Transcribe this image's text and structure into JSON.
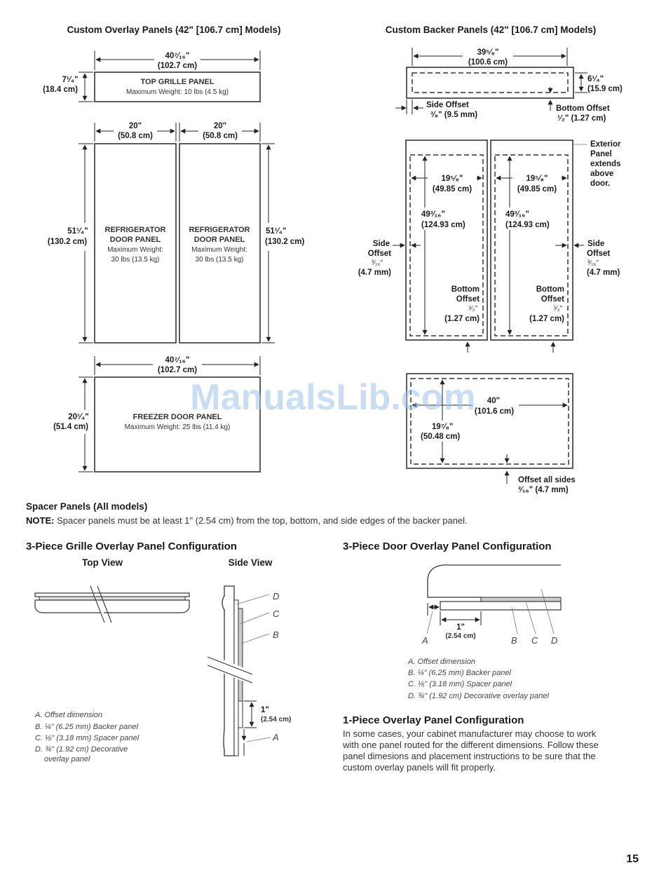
{
  "watermark": "ManualsLib.com",
  "page_number": "15",
  "overlay": {
    "title": "Custom Overlay Panels (42\" [106.7 cm] Models)",
    "top_width_in": "40⁷⁄₁₆\"",
    "top_width_cm": "(102.7 cm)",
    "top_height_in": "7¹⁄₄\"",
    "top_height_cm": "(18.4 cm)",
    "grille_label": "TOP GRILLE PANEL",
    "grille_weight": "Maximum Weight: 10 lbs (4.5 kg)",
    "door_width_in": "20\"",
    "door_width_cm": "(50.8 cm)",
    "door_height_in": "51¹⁄₄\"",
    "door_height_cm": "(130.2 cm)",
    "door_label_1": "REFRIGERATOR",
    "door_label_2": "DOOR PANEL",
    "door_weight_1": "Maximum Weight:",
    "door_weight_2": "30 lbs (13.5 kg)",
    "freezer_width_in": "40⁷⁄₁₆\"",
    "freezer_width_cm": "(102.7 cm)",
    "freezer_height_in": "20¹⁄₄\"",
    "freezer_height_cm": "(51.4 cm)",
    "freezer_label": "FREEZER DOOR PANEL",
    "freezer_weight": "Maximum Weight: 25 lbs (11.4 kg)"
  },
  "backer": {
    "title": "Custom Backer Panels (42\" [106.7 cm] Models)",
    "top_width_in": "39⁵⁄₈\"",
    "top_width_cm": "(100.6 cm)",
    "top_height_in": "6¹⁄₄\"",
    "top_height_cm": "(15.9 cm)",
    "side_offset_label": "Side Offset",
    "side_offset_top_val": "³⁄₈\" (9.5 mm)",
    "bottom_offset_label": "Bottom Offset",
    "bottom_offset_top_val": "¹⁄₂\" (1.27 cm)",
    "exterior_1": "Exterior",
    "exterior_2": "Panel",
    "exterior_3": "extends",
    "exterior_4": "above",
    "exterior_5": "door.",
    "door_width_in": "19⁵⁄₈\"",
    "door_width_cm": "(49.85 cm)",
    "door_height_in": "49³⁄₁₆\"",
    "door_height_cm": "(124.93 cm)",
    "side": "Side",
    "offset": "Offset",
    "side_val_in": "³⁄₁₆\"",
    "side_val_mm": "(4.7 mm)",
    "bottom": "Bottom",
    "bottom_val_in": "¹⁄₂\"",
    "bottom_val_cm": "(1.27 cm)",
    "freezer_width_in": "40\"",
    "freezer_width_cm": "(101.6 cm)",
    "freezer_height_in": "19⁷⁄₈\"",
    "freezer_height_cm": "(50.48 cm)",
    "offset_all_label": "Offset all sides",
    "offset_all_val": "³⁄₁₆\" (4.7 mm)"
  },
  "spacer": {
    "title": "Spacer Panels (All models)",
    "note_label": "NOTE:",
    "note_text": " Spacer panels must be at least 1\" (2.54 cm) from the top, bottom, and side edges of the backer panel."
  },
  "grille_config": {
    "title": "3-Piece Grille Overlay Panel Configuration",
    "top_view": "Top View",
    "side_view": "Side View",
    "letter_a": "A",
    "letter_b": "B",
    "letter_c": "C",
    "letter_d": "D",
    "one_inch": "1\"",
    "one_inch_cm": "(2.54 cm)",
    "cap_a": "A. Offset dimension",
    "cap_b": "B. ¼\" (6.25 mm) Backer panel",
    "cap_c": "C. ⅛\" (3.18 mm) Spacer panel",
    "cap_d1": "D. ¾\" (1.92 cm) Decorative",
    "cap_d2": "overlay panel"
  },
  "door_config": {
    "title": "3-Piece Door Overlay Panel Configuration",
    "one_inch": "1\"",
    "one_inch_cm": "(2.54 cm)",
    "letter_a": "A",
    "letter_b": "B",
    "letter_c": "C",
    "letter_d": "D",
    "cap_a": "A. Offset dimension",
    "cap_b": "B. ¼\" (6.25 mm) Backer panel",
    "cap_c": "C. ⅛\" (3.18 mm) Spacer panel",
    "cap_d": "D. ¾\" (1.92 cm) Decorative overlay panel"
  },
  "one_piece": {
    "title": "1-Piece Overlay Panel Configuration",
    "line_1": "In some cases, your cabinet manufacturer may choose to work",
    "line_2": "with one panel routed for the different dimensions. Follow these",
    "line_3": "panel dimesions and placement instructions to be sure that the",
    "line_4": "custom overlay panels will fit properly."
  }
}
